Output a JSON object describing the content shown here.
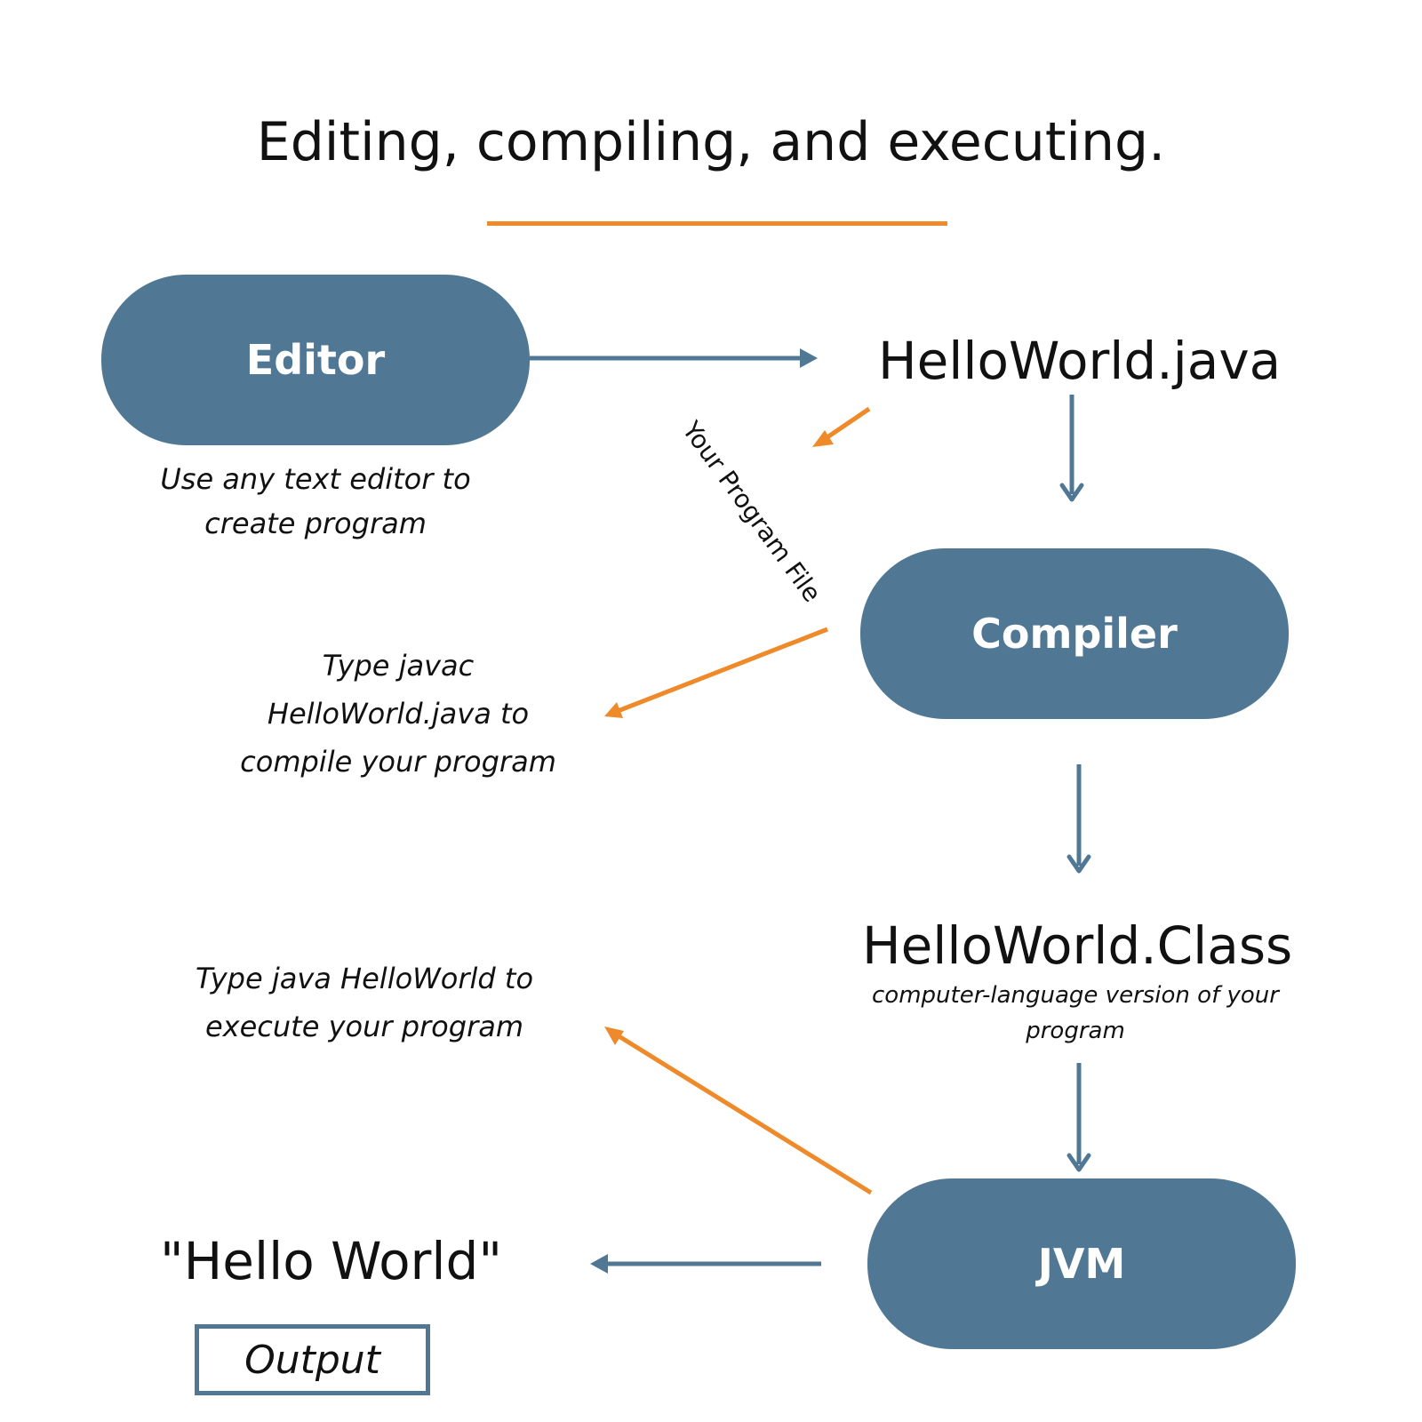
{
  "title": "Editing, compiling, and executing.",
  "colors": {
    "node_fill": "#507894",
    "node_text": "#ffffff",
    "flow_arrow": "#507894",
    "note_arrow": "#ee8a2a",
    "title_rule": "#ee8a2a",
    "output_border": "#507894"
  },
  "nodes": {
    "editor": "Editor",
    "compiler": "Compiler",
    "jvm": "JVM"
  },
  "files": {
    "source": "HelloWorld.java",
    "bytecode": "HelloWorld.Class",
    "bytecode_note": "computer-language version of your program"
  },
  "notes": {
    "editor": "Use any text editor to create program",
    "program_file": "Your Program File",
    "compile": "Type javac HelloWorld.java to compile your program",
    "execute": "Type java HelloWorld to execute your program"
  },
  "output": {
    "result": "\"Hello World\"",
    "label": "Output"
  },
  "edges": [
    {
      "from": "Editor",
      "to": "HelloWorld.java"
    },
    {
      "from": "HelloWorld.java",
      "to": "Compiler"
    },
    {
      "from": "Compiler",
      "to": "HelloWorld.Class"
    },
    {
      "from": "HelloWorld.Class",
      "to": "JVM"
    },
    {
      "from": "JVM",
      "to": "\"Hello World\""
    }
  ]
}
